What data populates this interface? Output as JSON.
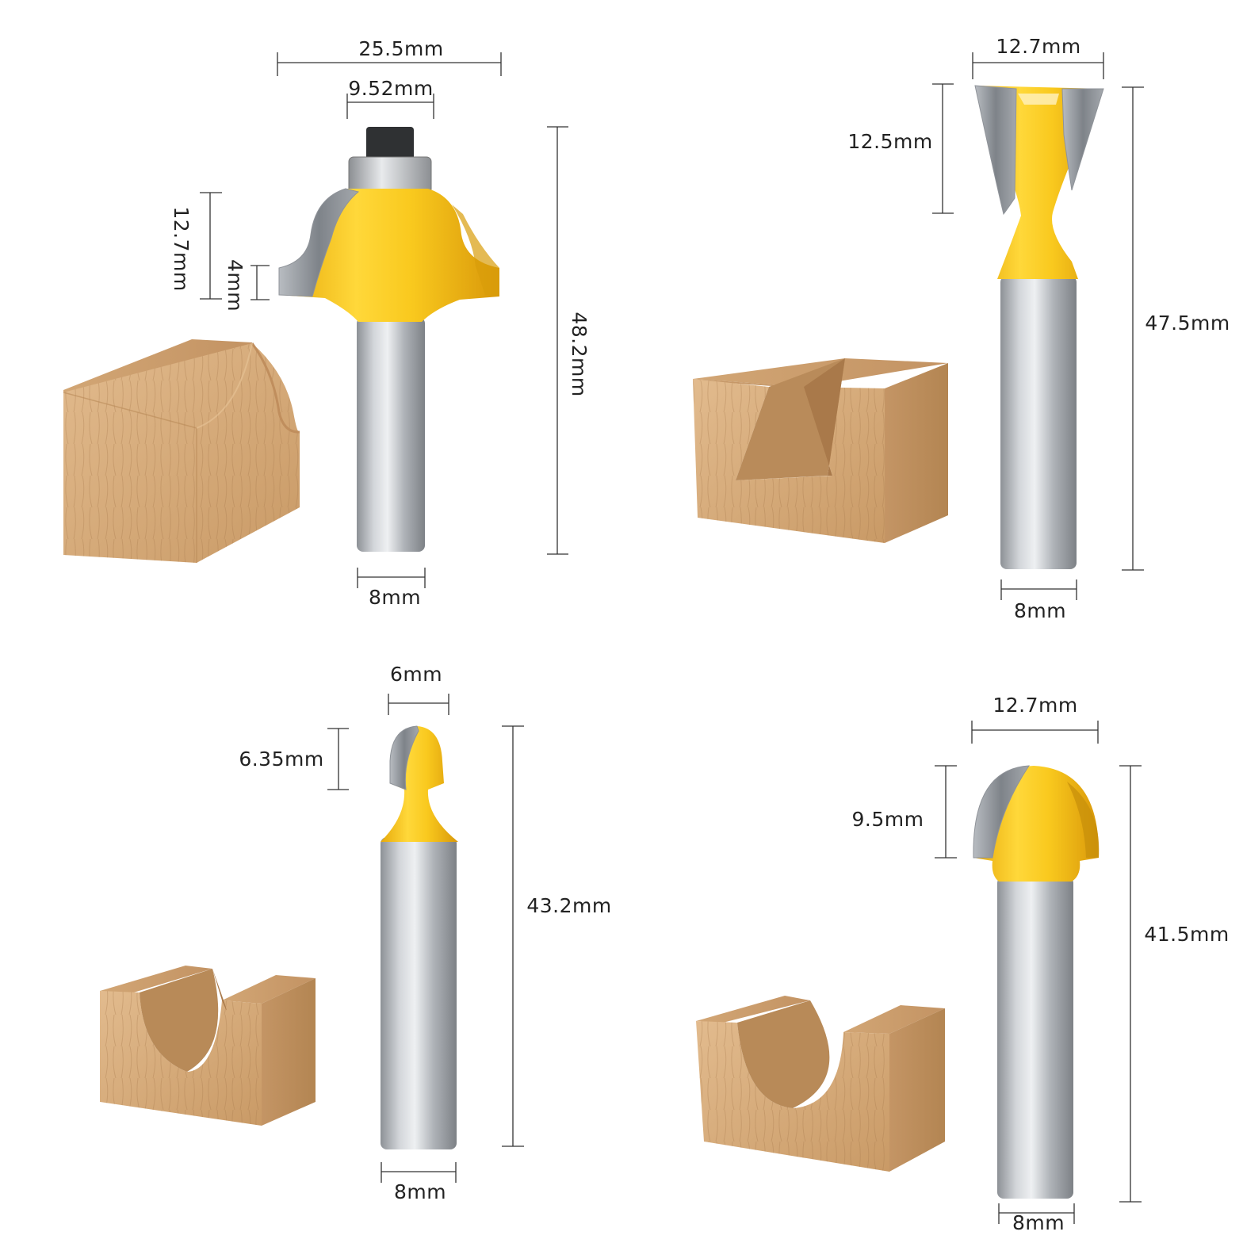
{
  "panels": [
    {
      "name": "roman-ogee-bit",
      "dimensions": {
        "overall_width": "25.5mm",
        "bearing_width": "9.52mm",
        "cut_height": "12.7mm",
        "step_height": "4mm",
        "total_length": "48.2mm",
        "shank_diameter": "8mm"
      }
    },
    {
      "name": "dovetail-bit",
      "dimensions": {
        "cut_width": "12.7mm",
        "cut_height": "12.5mm",
        "total_length": "47.5mm",
        "shank_diameter": "8mm"
      }
    },
    {
      "name": "core-box-bit-small",
      "dimensions": {
        "cut_width": "6mm",
        "cut_height": "6.35mm",
        "total_length": "43.2mm",
        "shank_diameter": "8mm"
      }
    },
    {
      "name": "core-box-bit-large",
      "dimensions": {
        "cut_width": "12.7mm",
        "cut_height": "9.5mm",
        "total_length": "41.5mm",
        "shank_diameter": "8mm"
      }
    }
  ],
  "colors": {
    "bit_yellow": "#f6c21c",
    "shank_gray": "#b4b8bd",
    "wood_light": "#dcb487",
    "wood_dark": "#b98d5c"
  }
}
